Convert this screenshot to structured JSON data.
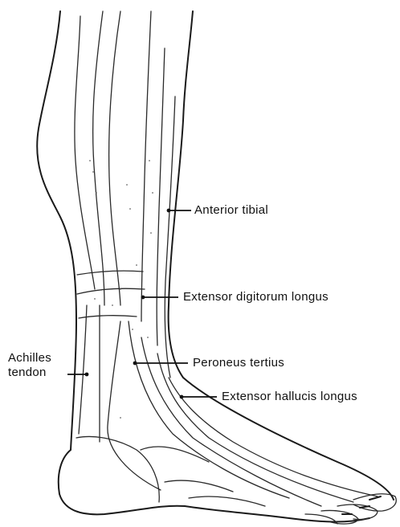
{
  "labels": {
    "anterior_tibial": "Anterior tibial",
    "extensor_digitorum_longus": "Extensor digitorum longus",
    "peroneus_tertius": "Peroneus tertius",
    "achilles_line1": "Achilles",
    "achilles_line2": "tendon",
    "extensor_hallucis_longus": "Extensor hallucis longus"
  },
  "colors": {
    "ink": "#1a1a1a",
    "background": "#ffffff"
  }
}
